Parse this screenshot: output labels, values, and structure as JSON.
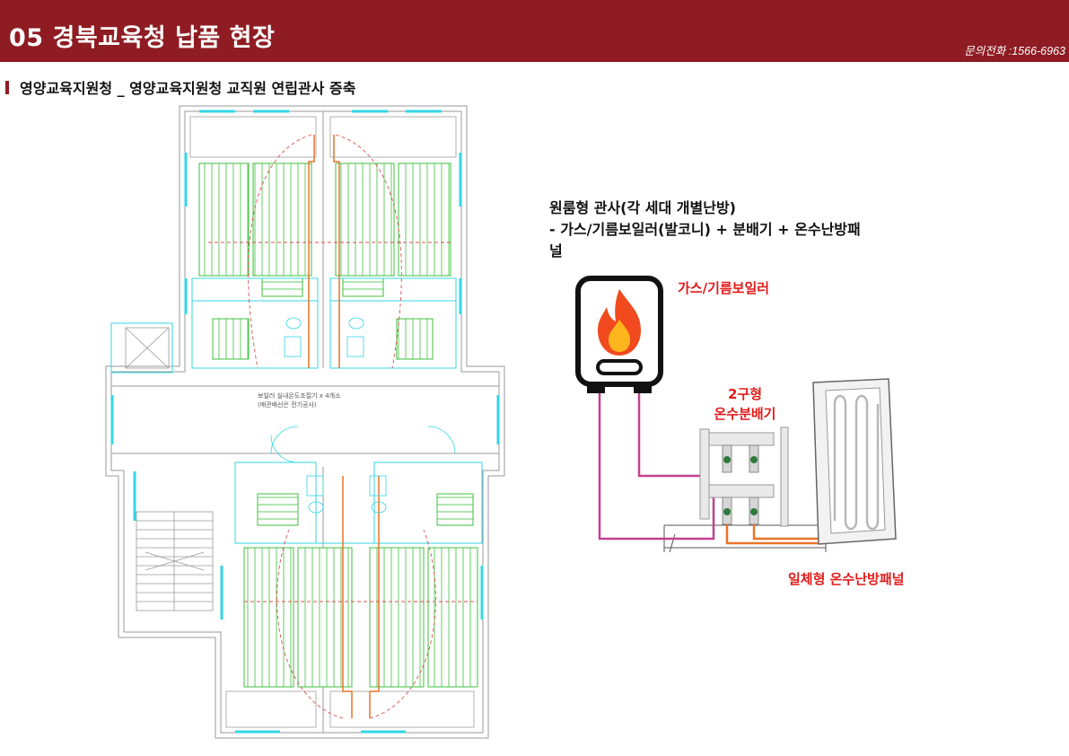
{
  "header": {
    "title": "05 경북교육청 납품 현장",
    "contact": "문의전화 :1566-6963"
  },
  "subtitle": "영양교육지원청 _ 영양교육지원청 교직원 연립관사 증축",
  "plan": {
    "note_line1": "보일러 실내온도조절기 x 4개소",
    "note_line2": "(배관배선은 전기공사)"
  },
  "description": {
    "line1": "원룸형 관사(각 세대 개별난방)",
    "line2": "- 가스/기름보일러(발코니) + 분배기 + 온수난방패",
    "line3": "널"
  },
  "labels": {
    "boiler": "가스/기름보일러",
    "distributor_line1": "2구형",
    "distributor_line2": "온수분배기",
    "panel": "일체형 온수난방패널"
  },
  "colors": {
    "header_bg": "#8e1c22",
    "accent_red": "#e01b1b",
    "pipe_magenta": "#c2418e",
    "pipe_orange": "#e8742a",
    "plan_cyan": "#33d6e6",
    "plan_green": "#3fbf3f"
  }
}
